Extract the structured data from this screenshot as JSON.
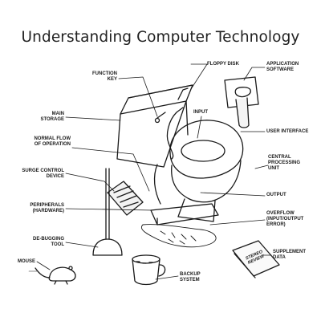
{
  "title": "Understanding Computer Technology",
  "labels": {
    "function_key": "FUNCTION\nKEY",
    "floppy_disk": "FLOPPY DISK",
    "application_software": "APPLICATION\nSOFTWARE",
    "main_storage": "MAIN\nSTORAGE",
    "input": "INPUT",
    "user_interface": "USER INTERFACE",
    "normal_flow": "NORMAL FLOW\nOF OPERATION",
    "central_processing": "CENTRAL\nPROCESSING\nUNIT",
    "surge_control": "SURGE CONTROL\nDEVICE",
    "output": "OUTPUT",
    "peripherals": "PERIPHERALS\n(HARDWARE)",
    "overflow": "OVERFLOW\n(INPUT/OUTPUT\nERROR)",
    "debugging_tool": "DE-BUGGING\nTOOL",
    "supplementary_data": "SUPPLEMENT\nDATA",
    "mouse": "MOUSE",
    "backup_system": "BACKUP\nSYSTEM"
  },
  "magazine_text": "Stereo\nReview"
}
